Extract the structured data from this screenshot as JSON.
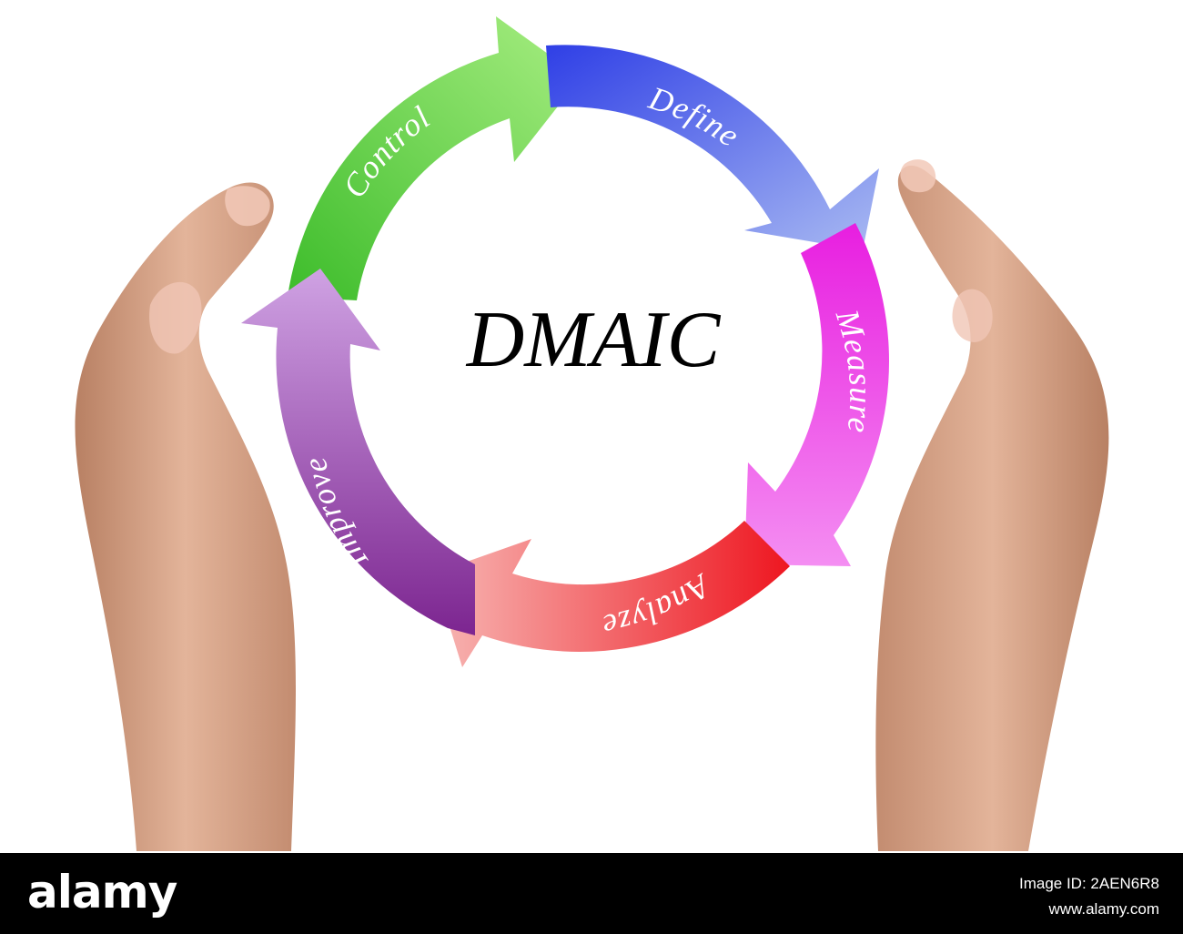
{
  "diagram": {
    "title": "DMAIC",
    "steps": [
      {
        "label": "Define",
        "color_start": "#2f3fe6",
        "color_end": "#a9baf2"
      },
      {
        "label": "Measure",
        "color_start": "#e81ee0",
        "color_end": "#f48ef2"
      },
      {
        "label": "Analyze",
        "color_start": "#ee1620",
        "color_end": "#f7b7b4"
      },
      {
        "label": "Improve",
        "color_start": "#7c2590",
        "color_end": "#cfa2e3"
      },
      {
        "label": "Control",
        "color_start": "#3cbc2a",
        "color_end": "#a8ee82"
      }
    ],
    "text_color": "#000000"
  },
  "watermark": {
    "logo": "alamy",
    "image_id": "Image ID: 2AEN6R8",
    "site": "www.alamy.com"
  }
}
